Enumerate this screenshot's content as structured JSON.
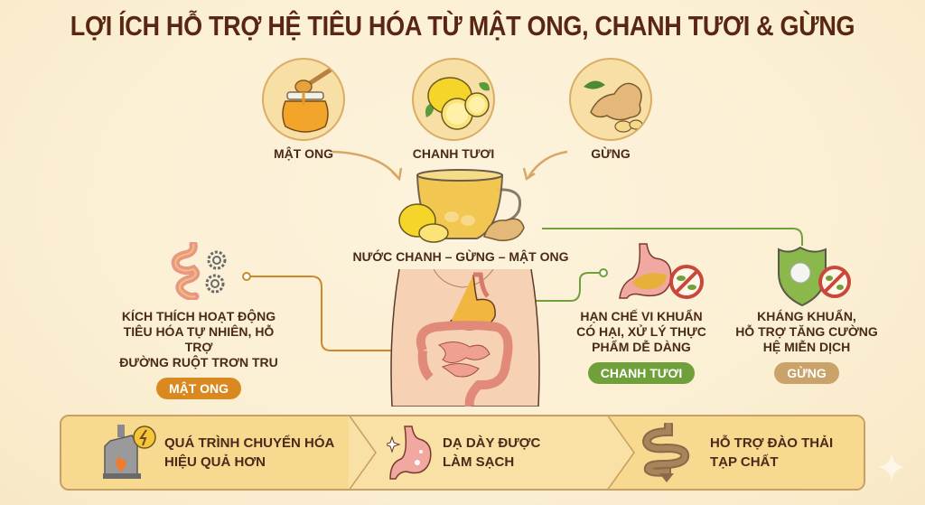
{
  "title": "LỢI ÍCH HỖ TRỢ HỆ TIÊU HÓA TỪ MẬT ONG, CHANH TƯƠI & GỪNG",
  "ingredients": [
    {
      "label": "MẬT ONG",
      "icon": "honey-jar-icon"
    },
    {
      "label": "CHANH TƯƠI",
      "icon": "lemon-icon"
    },
    {
      "label": "GỪNG",
      "icon": "ginger-icon"
    }
  ],
  "drink": {
    "label": "NƯỚC CHANH – GỪNG – MẬT ONG",
    "icon": "tea-cup-icon"
  },
  "benefits": [
    {
      "lines": [
        "KÍCH THÍCH HOẠT ĐỘNG",
        "TIÊU HÓA TỰ NHIÊN, HỖ TRỢ",
        "ĐƯỜNG RUỘT TRƠN TRU"
      ],
      "badge": "MẬT ONG",
      "badge_color": "#d9891f",
      "icon": "intestine-gears-icon"
    },
    {
      "lines": [
        "HẠN CHẾ VI KHUẨN",
        "CÓ HẠI, XỬ LÝ THỰC",
        "PHẨM DỄ DÀNG"
      ],
      "badge": "CHANH TƯƠI",
      "badge_color": "#6fa03a",
      "icon": "stomach-no-bacteria-icon"
    },
    {
      "lines": [
        "KHÁNG KHUẨN,",
        "HỖ TRỢ TĂNG CƯỜNG",
        "HỆ MIỄN DỊCH"
      ],
      "badge": "GỪNG",
      "badge_color": "#c9a36a",
      "icon": "shield-immune-icon"
    }
  ],
  "steps": [
    {
      "lines": [
        "QUÁ TRÌNH CHUYỂN HÓA",
        "HIỆU QUẢ HƠN"
      ],
      "icon": "metabolism-furnace-icon"
    },
    {
      "lines": [
        "DẠ DÀY ĐƯỢC",
        "LÀM SẠCH"
      ],
      "icon": "clean-stomach-icon"
    },
    {
      "lines": [
        "HỖ TRỢ ĐÀO THẢI",
        "TẠP CHẤT"
      ],
      "icon": "detox-intestine-icon"
    }
  ],
  "colors": {
    "background": "#fbefd3",
    "title": "#5a2614",
    "honey_line": "#c98a2a",
    "lemon_line": "#6fa03a",
    "bottom_bar": "#f7d98f"
  }
}
